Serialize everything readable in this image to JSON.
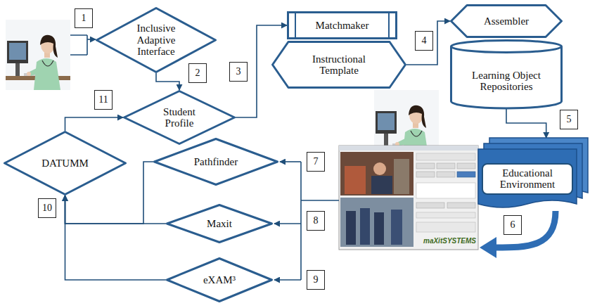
{
  "diagram": {
    "nodes": [
      {
        "text": [
          "Inclusive Adaptive Interface"
        ]
      },
      {
        "text": [
          "Matchmaker"
        ]
      },
      {
        "text": [
          "Instructional Template"
        ]
      },
      {
        "text": [
          "Assembler"
        ]
      },
      {
        "text": [
          "Learning Object Repositories"
        ]
      },
      {
        "text": [
          "Student Profile"
        ]
      },
      {
        "text": [
          "DATUMM"
        ]
      },
      {
        "text": [
          "Pathfinder"
        ]
      },
      {
        "text": [
          "Educational Environment"
        ]
      },
      {
        "text": [
          "Maxit"
        ]
      },
      {
        "text": [
          "eXAM³"
        ]
      }
    ],
    "edges": [
      {
        "from": 0,
        "to": 5,
        "arrow": "to"
      },
      {
        "from": 5,
        "to": 1,
        "arrow": "to"
      },
      {
        "from": 2,
        "to": 3,
        "arrow": "to"
      },
      {
        "from": 4,
        "to": 8,
        "arrow": "to"
      },
      {
        "from": 7,
        "to": 6,
        "arrow": "to"
      },
      {
        "from": 9,
        "to": 6,
        "arrow": "to"
      },
      {
        "from": 10,
        "to": 6,
        "arrow": "to"
      },
      {
        "from": 6,
        "to": 5,
        "arrow": "to"
      }
    ],
    "labels": [
      "1",
      "2",
      "3",
      "4",
      "5",
      "6",
      "7",
      "8",
      "9",
      "10",
      "11",
      "maXitSYSTEMS"
    ]
  }
}
